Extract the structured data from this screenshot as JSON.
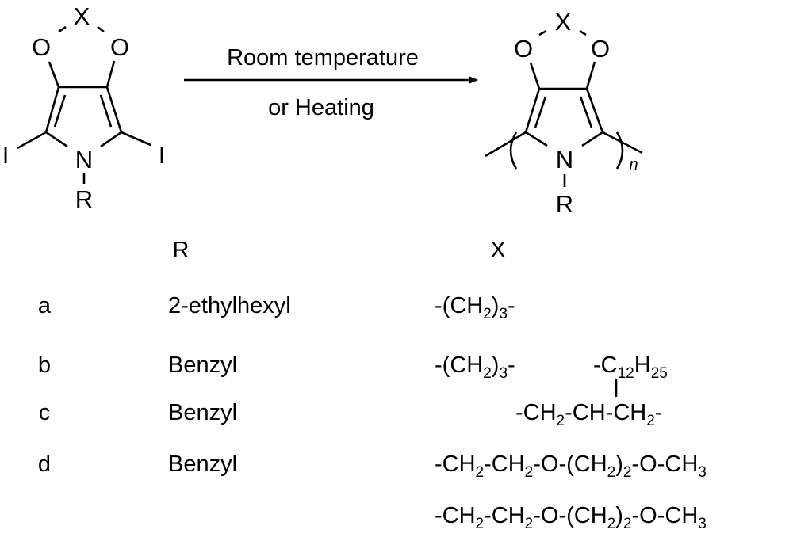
{
  "reactant": {
    "atoms": {
      "x": "X",
      "o_left": "O",
      "o_right": "O",
      "n": "N",
      "r": "R",
      "i_left": "I",
      "i_right": "I"
    }
  },
  "product": {
    "atoms": {
      "x": "X",
      "o_left": "O",
      "o_right": "O",
      "n": "N",
      "r": "R"
    },
    "repeat_subscript": "n"
  },
  "arrow": {
    "condition_top": "Room temperature",
    "condition_bottom": "or Heating"
  },
  "table": {
    "header_r": "R",
    "header_x": "X",
    "rows": [
      {
        "id": "a",
        "r": "2-ethylhexyl"
      },
      {
        "id": "b",
        "r": "Benzyl"
      },
      {
        "id": "c",
        "r": "Benzyl"
      },
      {
        "id": "d",
        "r": "Benzyl"
      }
    ],
    "x_formulas": {
      "a": [
        {
          "t": "-(CH"
        },
        {
          "t": "2",
          "sub": true
        },
        {
          "t": ")"
        },
        {
          "t": "3",
          "sub": true
        },
        {
          "t": "-"
        }
      ],
      "b": [
        {
          "t": "-(CH"
        },
        {
          "t": "2",
          "sub": true
        },
        {
          "t": ")"
        },
        {
          "t": "3",
          "sub": true
        },
        {
          "t": "-"
        }
      ],
      "c_branch": [
        {
          "t": "-C"
        },
        {
          "t": "12",
          "sub": true
        },
        {
          "t": "H"
        },
        {
          "t": "25",
          "sub": true
        }
      ],
      "c_main": [
        {
          "t": "-CH"
        },
        {
          "t": "2",
          "sub": true
        },
        {
          "t": "-CH-CH"
        },
        {
          "t": "2",
          "sub": true
        },
        {
          "t": "-"
        }
      ],
      "d_line1": [
        {
          "t": "-CH"
        },
        {
          "t": "2",
          "sub": true
        },
        {
          "t": "-CH"
        },
        {
          "t": "2",
          "sub": true
        },
        {
          "t": "-O-(CH"
        },
        {
          "t": "2",
          "sub": true
        },
        {
          "t": ")"
        },
        {
          "t": "2",
          "sub": true
        },
        {
          "t": "-O-CH"
        },
        {
          "t": "3",
          "sub": true
        }
      ],
      "d_line2": [
        {
          "t": "-CH"
        },
        {
          "t": "2",
          "sub": true
        },
        {
          "t": "-CH"
        },
        {
          "t": "2",
          "sub": true
        },
        {
          "t": "-O-(CH"
        },
        {
          "t": "2",
          "sub": true
        },
        {
          "t": ")"
        },
        {
          "t": "2",
          "sub": true
        },
        {
          "t": "-O-CH"
        },
        {
          "t": "3",
          "sub": true
        }
      ]
    }
  }
}
